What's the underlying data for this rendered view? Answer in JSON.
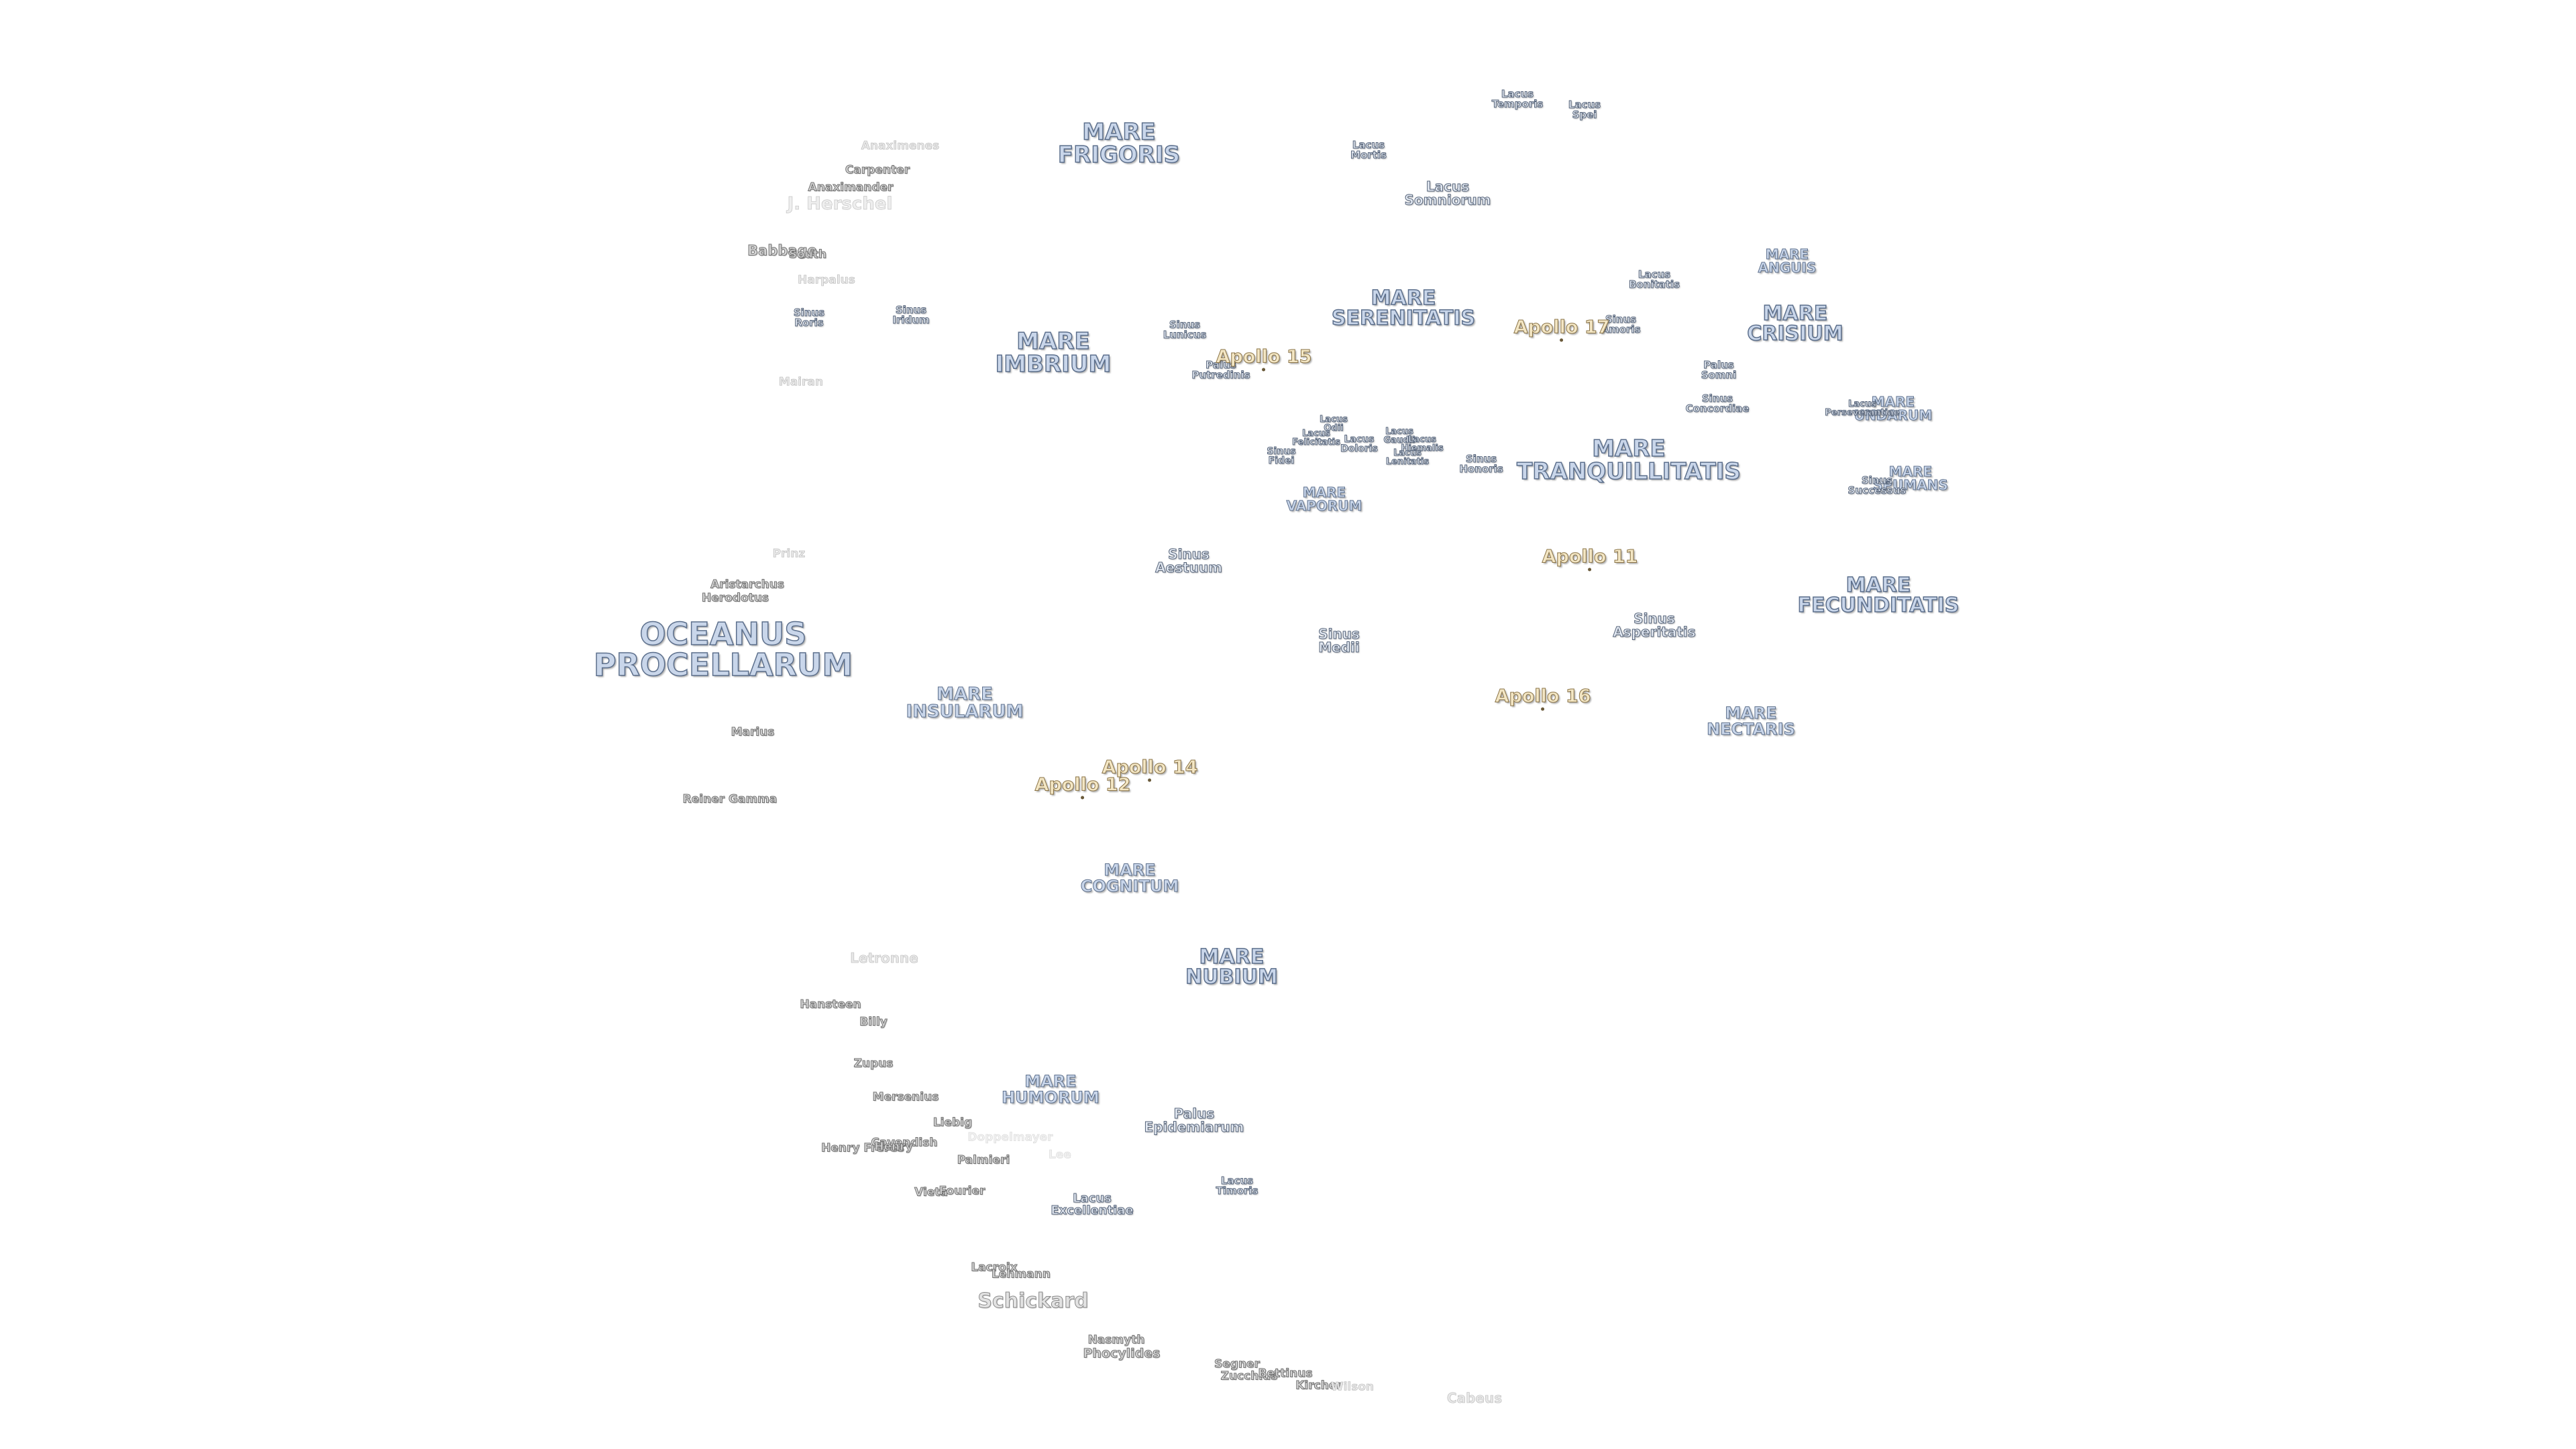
{
  "map": {
    "maria": {
      "mare_frigoris": "MARE\nFRIGORIS",
      "mare_imbrium": "MARE\nIMBRIUM",
      "mare_serenitatis": "MARE\nSERENITATIS",
      "mare_crisium": "MARE\nCRISIUM",
      "mare_anguis": "MARE\nANGUIS",
      "mare_tranquillitatis": "MARE\nTRANQUILLITATIS",
      "mare_vaporum": "MARE\nVAPORUM",
      "mare_undarum": "MARE\nUNDARUM",
      "mare_spumans": "MARE\nSPUMANS",
      "mare_fecunditatis": "MARE\nFECUNDITATIS",
      "oceanus_procellarum": "OCEANUS\nPROCELLARUM",
      "mare_insularum": "MARE\nINSULARUM",
      "mare_nectaris": "MARE\nNECTARIS",
      "mare_cognitum": "MARE\nCOGNITUM",
      "mare_nubium": "MARE\nNUBIUM",
      "mare_humorum": "MARE\nHUMORUM"
    },
    "features": {
      "lacus_temporis": "Lacus\nTemporis",
      "lacus_spei": "Lacus\nSpei",
      "lacus_mortis": "Lacus\nMortis",
      "lacus_somniorum": "Lacus\nSomniorum",
      "lacus_bonitatis": "Lacus\nBonitatis",
      "sinus_amoris": "Sinus\nAmoris",
      "sinus_roris": "Sinus\nRoris",
      "sinus_iridum": "Sinus\nIridum",
      "sinus_lunicus": "Sinus\nLunicus",
      "palus_putredinis": "Palus\nPutredinis",
      "palus_somni": "Palus\nSomni",
      "sinus_concordiae": "Sinus\nConcordiae",
      "lacus_perseverantiae": "Lacus\nPerseverantiae",
      "lacus_odii": "Lacus\nOdii",
      "lacus_felicitatis": "Lacus\nFelicitatis",
      "lacus_doloris": "Lacus\nDoloris",
      "lacus_gaudii": "Lacus\nGaudii",
      "lacus_hiemalis": "Lacus\nHiemalis",
      "lacus_lenitatis": "Lacus\nLenitatis",
      "sinus_fidei": "Sinus\nFidei",
      "sinus_honoris": "Sinus\nHonoris",
      "sinus_successus": "Sinus\nSuccessus",
      "sinus_aestuum": "Sinus\nAestuum",
      "sinus_medii": "Sinus\nMedii",
      "sinus_asperitatis": "Sinus\nAsperitatis",
      "palus_epidemiarum": "Palus\nEpidemiarum",
      "lacus_timoris": "Lacus\nTimoris",
      "lacus_excellentiae": "Lacus\nExcellentiae"
    },
    "apollo": {
      "a15": "Apollo 15",
      "a17": "Apollo 17",
      "a11": "Apollo 11",
      "a16": "Apollo 16",
      "a14": "Apollo 14",
      "a12": "Apollo 12"
    },
    "craters": {
      "anaximenes": "Anaximenes",
      "carpenter": "Carpenter",
      "anaximander": "Anaximander",
      "j_herschel": "J. Herschel",
      "babbage": "Babbage",
      "south": "South",
      "harpalus": "Harpalus",
      "mairan": "Mairan",
      "prinz": "Prinz",
      "aristarchus": "Aristarchus",
      "herodotus": "Herodotus",
      "marius": "Marius",
      "reiner_gamma": "Reiner Gamma",
      "letronne": "Letronne",
      "hansteen": "Hansteen",
      "billy": "Billy",
      "zupus": "Zupus",
      "mersenius": "Mersenius",
      "liebig": "Liebig",
      "doppelmayer": "Doppelmayer",
      "lee": "Lee",
      "cavendish": "Cavendish",
      "henry_freres": "Henry Frères",
      "henry": "Henry",
      "palmieri": "Palmieri",
      "vieta": "Vieta",
      "fourier": "Fourier",
      "lacroix": "Lacroix",
      "lehmann": "Lehmann",
      "schickard": "Schickard",
      "nasmyth": "Nasmyth",
      "phocylides": "Phocylides",
      "segner": "Segner",
      "zucchius": "Zucchius",
      "bettinus": "Bettinus",
      "kircher": "Kircher",
      "wilson": "Wilson",
      "cabeus": "Cabeus"
    }
  }
}
